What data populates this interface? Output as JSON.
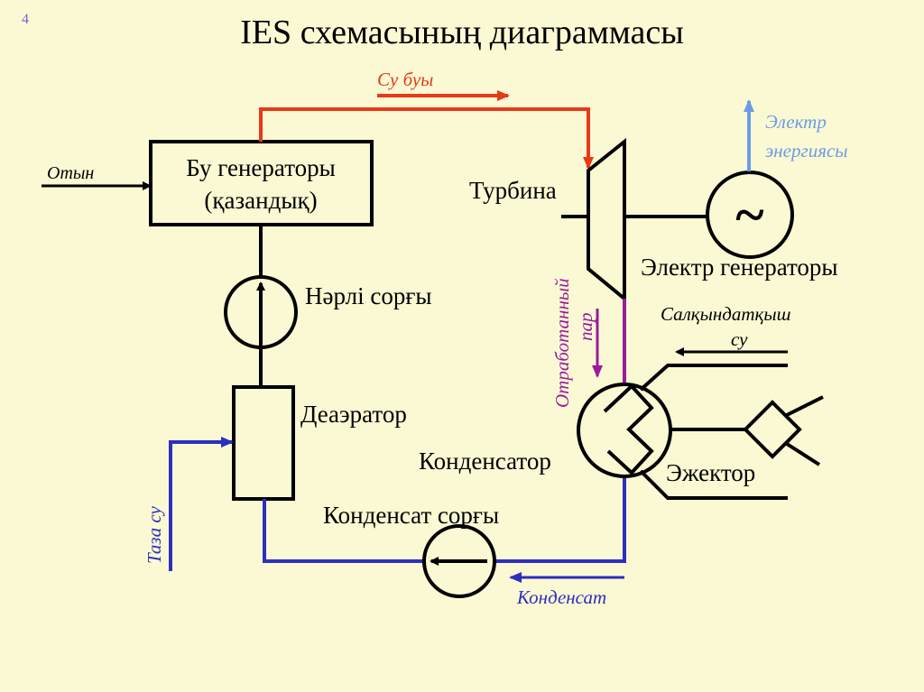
{
  "slide_number": "4",
  "title": "IES схемасының диаграммасы",
  "colors": {
    "background": "#fbf9d3",
    "steam": "#e8391a",
    "electric": "#6b9be8",
    "exhaust_steam": "#9b1b9b",
    "water": "#2c2fbf",
    "line": "#000000"
  },
  "labels": {
    "fuel": "Отын",
    "steam_generator_line1": "Бу генераторы",
    "steam_generator_line2": "(қазандық)",
    "steam": "Су буы",
    "turbine": "Турбина",
    "electric_energy_line1": "Электр",
    "electric_energy_line2": "энергиясы",
    "generator_symbol": "~",
    "electric_generator": "Электр генераторы",
    "feed_pump": "Нәрлі сорғы",
    "exhaust_steam_line1": "Отработанный",
    "exhaust_steam_line2": "пар",
    "cooling_water_line1": "Салқындатқыш",
    "cooling_water_line2": "су",
    "deaerator": "Деаэратор",
    "clean_water": "Таза су",
    "condenser": "Конденсатор",
    "ejector": "Эжектор",
    "condensate_pump": "Конденсат сорғы",
    "condensate": "Конденсат"
  }
}
